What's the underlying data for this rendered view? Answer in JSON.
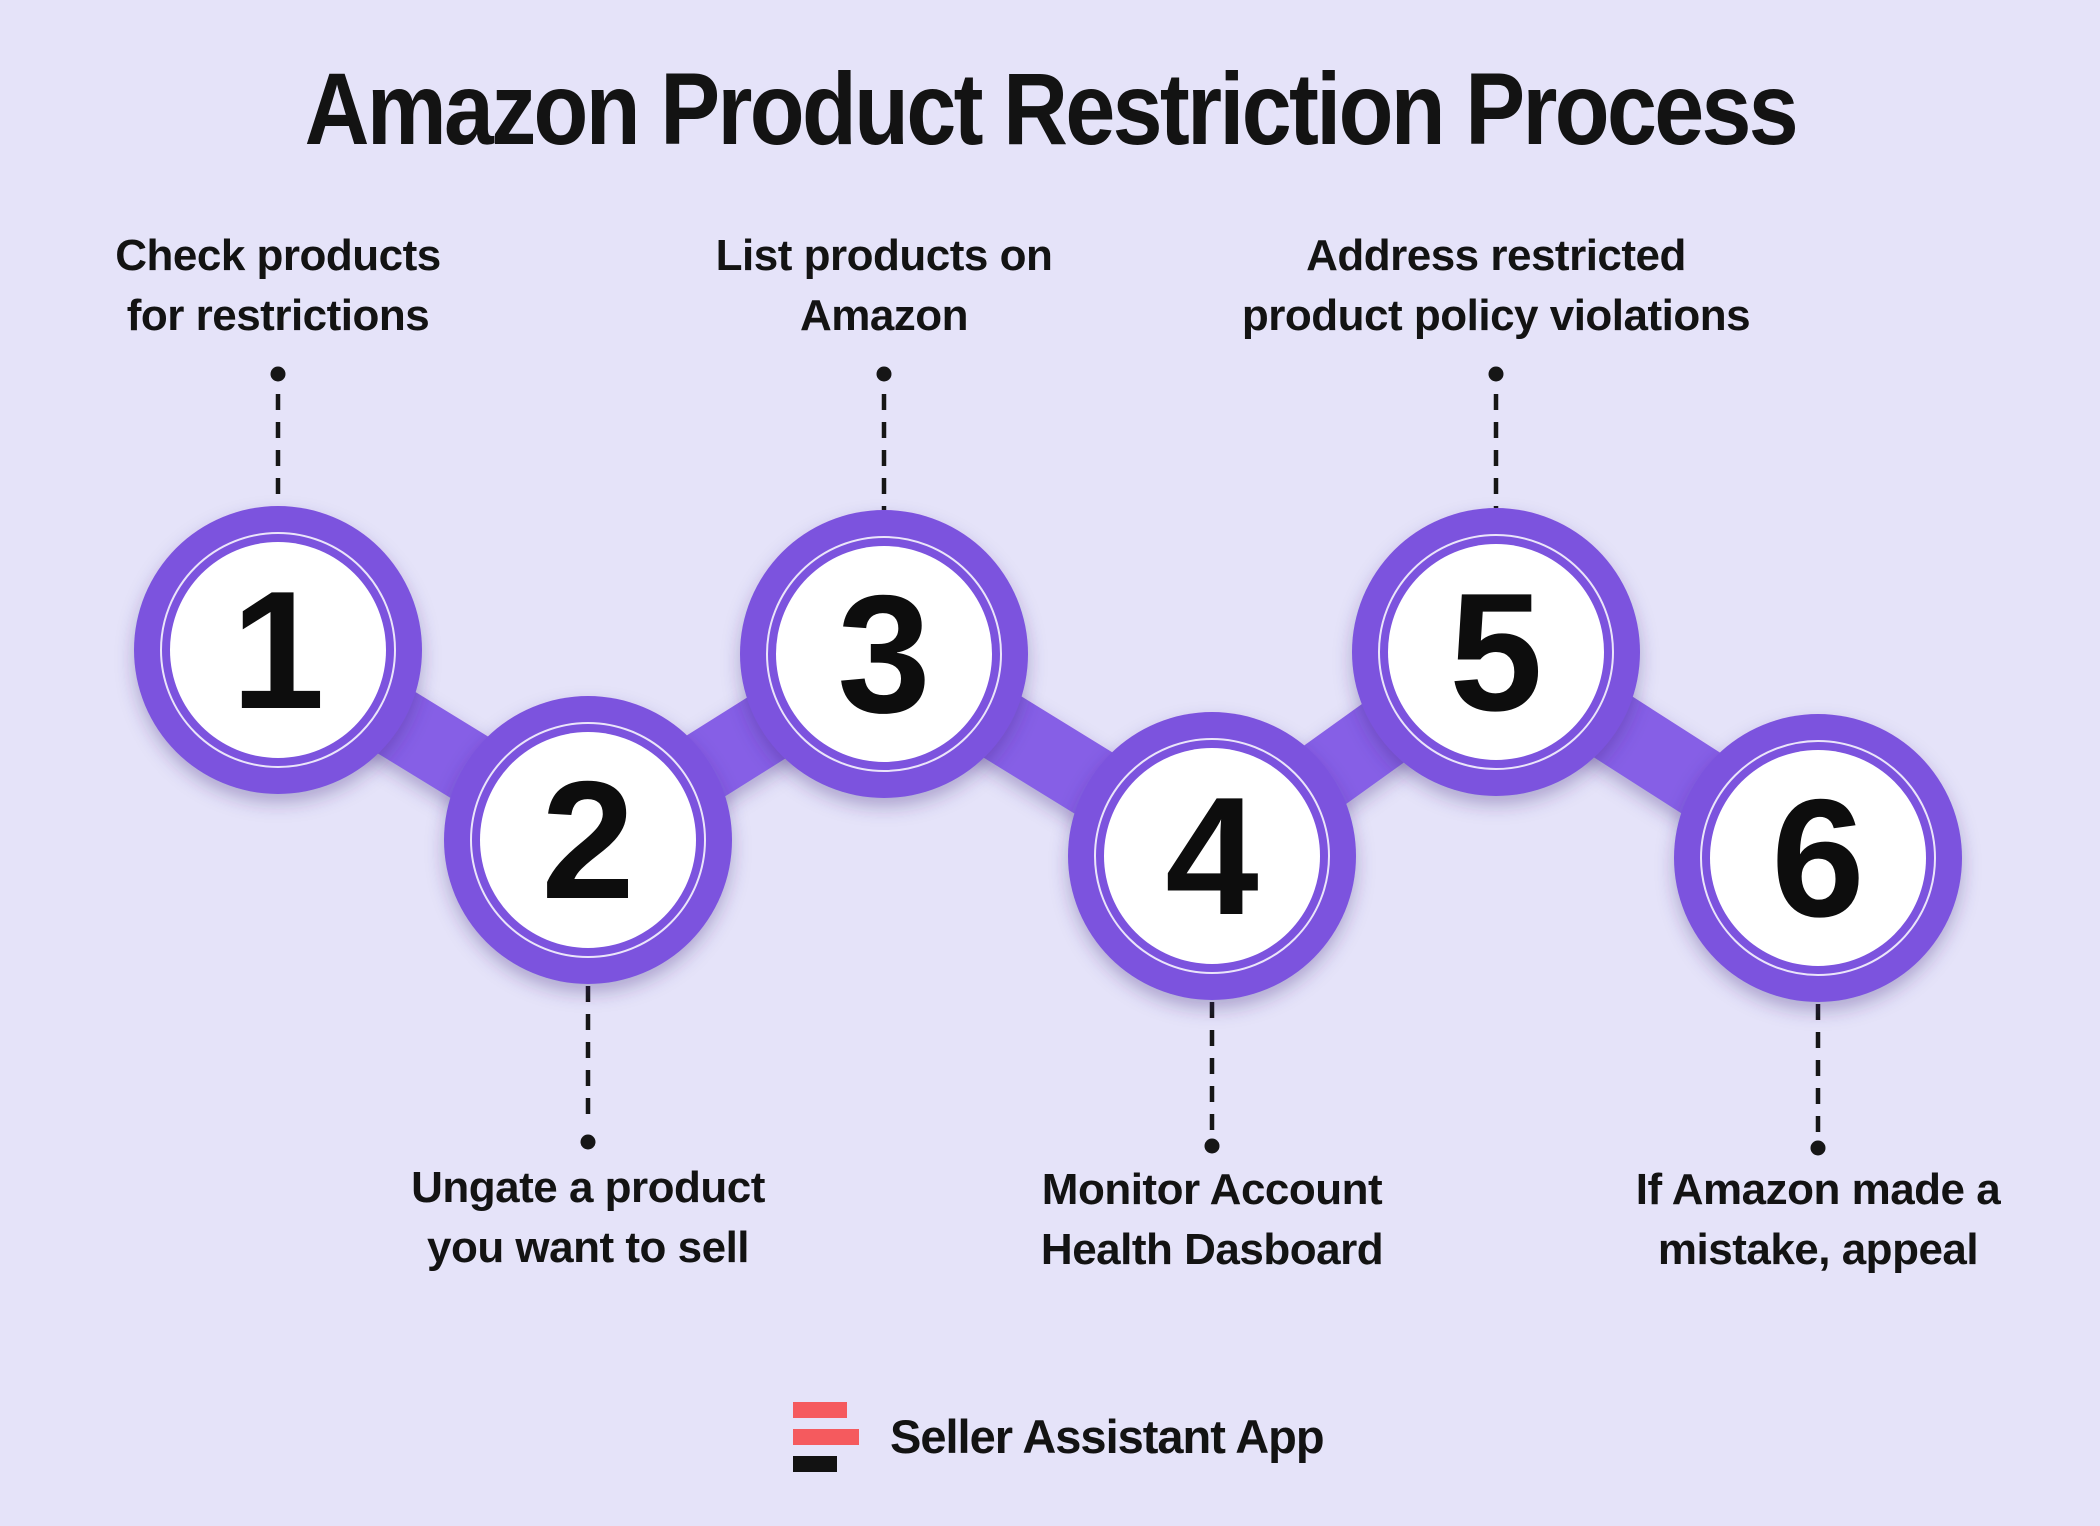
{
  "title": "Amazon Product Restriction Process",
  "steps": [
    {
      "number": "1",
      "label_line1": "Check products",
      "label_line2": "for restrictions",
      "label_position": "top"
    },
    {
      "number": "2",
      "label_line1": "Ungate a product",
      "label_line2": "you want to sell",
      "label_position": "bottom"
    },
    {
      "number": "3",
      "label_line1": "List products on",
      "label_line2": "Amazon",
      "label_position": "top"
    },
    {
      "number": "4",
      "label_line1": "Monitor Account",
      "label_line2": "Health Dasboard",
      "label_position": "bottom"
    },
    {
      "number": "5",
      "label_line1": "Address restricted",
      "label_line2": "product policy violations",
      "label_position": "top"
    },
    {
      "number": "6",
      "label_line1": "If Amazon made a",
      "label_line2": "mistake, appeal",
      "label_position": "bottom"
    }
  ],
  "footer": {
    "brand": "Seller Assistant App",
    "logo_icon": "three-bars-logo"
  },
  "colors": {
    "background": "#E5E3F9",
    "ring_purple": "#7B53DE",
    "connector_purple": "#865FE6",
    "circle_fill": "#FFFFFF",
    "text_black": "#131313",
    "dotted_line_black": "#161616",
    "logo_red": "#F55A5E",
    "logo_black": "#121212"
  }
}
